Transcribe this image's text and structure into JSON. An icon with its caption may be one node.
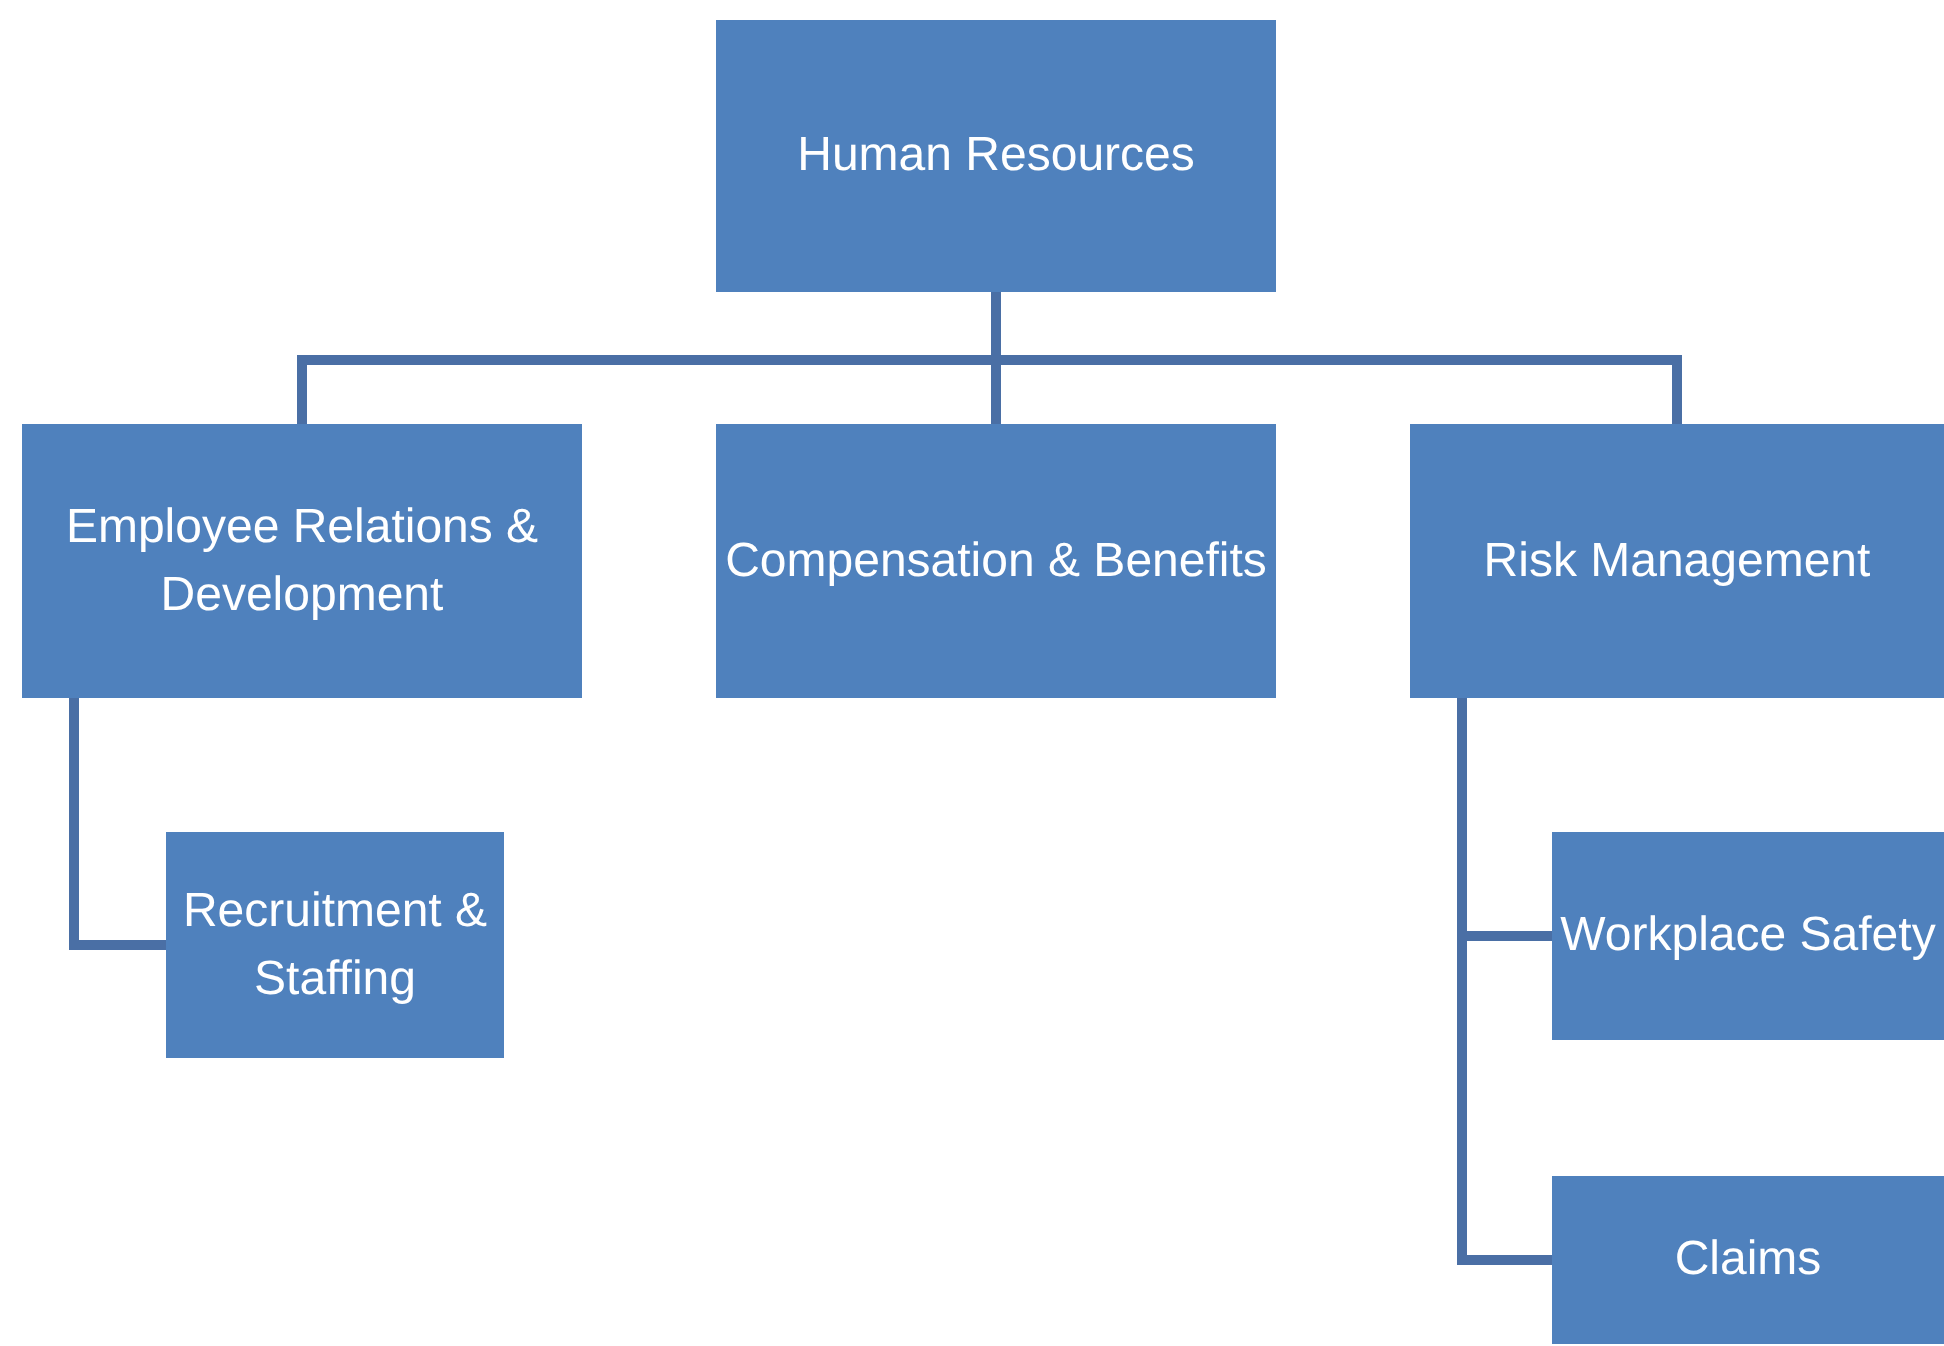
{
  "diagram": {
    "nodes": [
      {
        "text": [
          "Human Resources"
        ]
      },
      {
        "text": [
          "Employee Relations & Development"
        ]
      },
      {
        "text": [
          "Compensation & Benefits"
        ]
      },
      {
        "text": [
          "Risk Management"
        ]
      },
      {
        "text": [
          "Recruitment & Staffing"
        ]
      },
      {
        "text": [
          "Workplace Safety"
        ]
      },
      {
        "text": [
          "Claims"
        ]
      }
    ],
    "edges": [
      {
        "from": 0,
        "to": 1,
        "arrow": "none"
      },
      {
        "from": 0,
        "to": 2,
        "arrow": "none"
      },
      {
        "from": 0,
        "to": 3,
        "arrow": "none"
      },
      {
        "from": 1,
        "to": 4,
        "arrow": "none"
      },
      {
        "from": 3,
        "to": 5,
        "arrow": "none"
      },
      {
        "from": 3,
        "to": 6,
        "arrow": "none"
      }
    ]
  }
}
